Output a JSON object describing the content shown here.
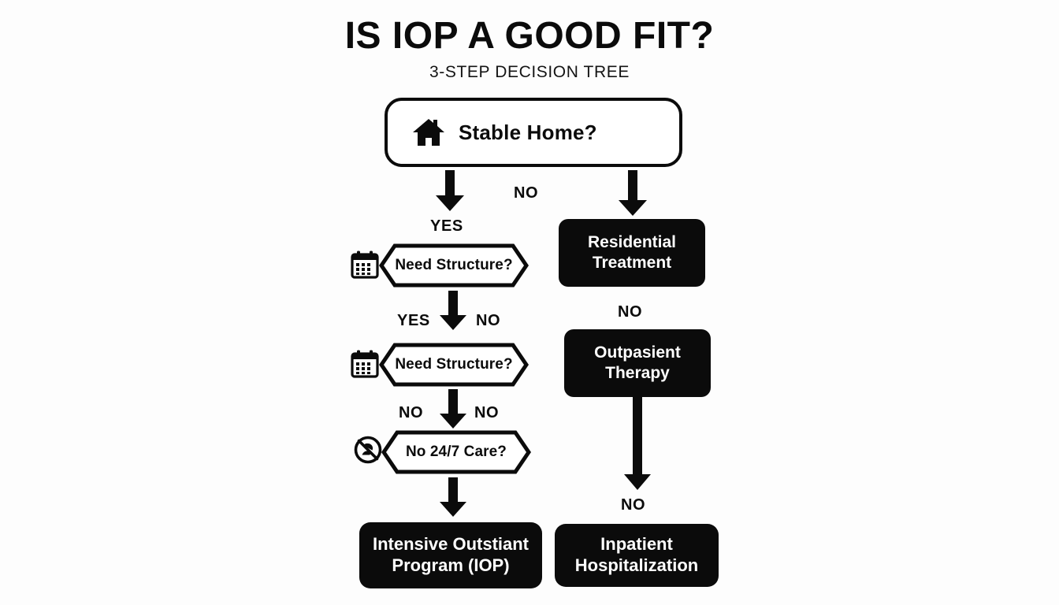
{
  "header": {
    "title": "IS IOP A GOOD FIT?",
    "subtitle": "3-STEP DECISION TREE"
  },
  "colors": {
    "background": "#fdfdfd",
    "ink": "#0b0b0b",
    "node_fill": "#ffffff",
    "terminal_fill": "#0b0b0b",
    "terminal_text": "#ffffff"
  },
  "diagram": {
    "type": "decision-tree",
    "nodes": [
      {
        "id": "stable-home",
        "shape": "rounded-rect-outline",
        "label": "Stable Home?",
        "icon": "house-icon"
      },
      {
        "id": "need-structure-1",
        "shape": "hexagon",
        "label": "Need Structure?",
        "icon": "calendar-icon"
      },
      {
        "id": "need-structure-2",
        "shape": "hexagon",
        "label": "Need Structure?",
        "icon": "calendar-icon"
      },
      {
        "id": "no-247-care",
        "shape": "hexagon",
        "label": "No 24/7 Care?",
        "icon": "no-24-7-icon"
      },
      {
        "id": "residential-treatment",
        "shape": "solid-rounded-rect",
        "label_line1": "Residential",
        "label_line2": "Treatment"
      },
      {
        "id": "outpasient-therapy",
        "shape": "solid-rounded-rect",
        "label_line1": "Outpasient",
        "label_line2": "Therapy"
      },
      {
        "id": "iop",
        "shape": "solid-rounded-rect",
        "label_line1": "Intensive Outstiant",
        "label_line2": "Program (IOP)"
      },
      {
        "id": "inpatient-hospitalization",
        "shape": "solid-rounded-rect",
        "label_line1": "Inpatient",
        "label_line2": "Hospitalization"
      }
    ],
    "edge_labels": {
      "root_yes": "YES",
      "root_no": "NO",
      "structure1_yes": "YES",
      "structure1_no": "NO",
      "structure2_no_left": "NO",
      "structure2_no_right": "NO",
      "residential_no": "NO",
      "outpatient_no": "NO"
    }
  }
}
